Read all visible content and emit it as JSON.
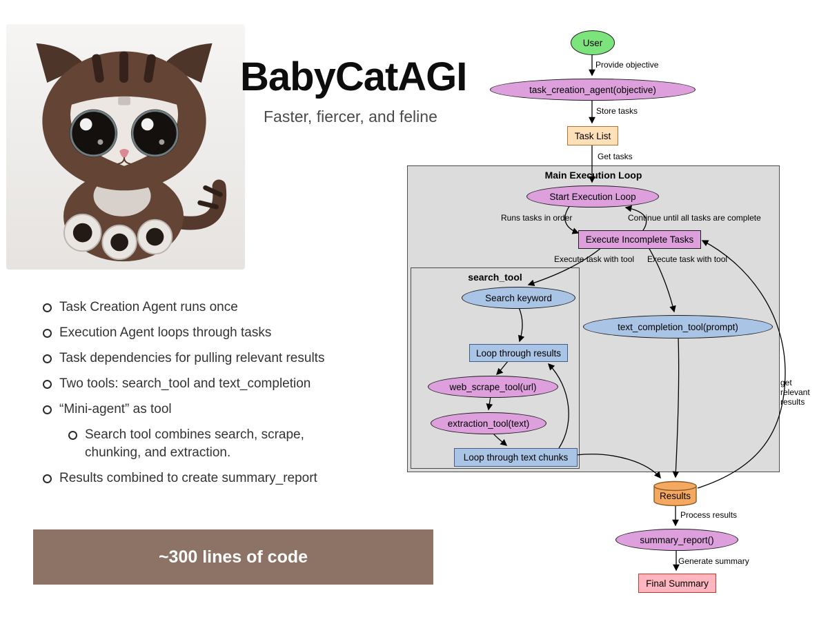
{
  "header": {
    "title": "BabyCatAGI",
    "subtitle": "Faster, fiercer, and feline"
  },
  "bullets": {
    "items": [
      "Task Creation Agent runs once",
      "Execution Agent loops through tasks",
      "Task dependencies for pulling relevant results",
      "Two tools: search_tool and text_completion",
      "“Mini-agent” as tool",
      "Results combined to create summary_report"
    ],
    "sub_item": "Search tool combines search, scrape, chunking, and extraction."
  },
  "footer": {
    "code_note": "~300 lines of code"
  },
  "flowchart": {
    "nodes": {
      "user": "User",
      "task_creation": "task_creation_agent(objective)",
      "task_list": "Task List",
      "main_loop_title": "Main Execution Loop",
      "start_loop": "Start Execution Loop",
      "execute_tasks": "Execute Incomplete Tasks",
      "search_tool_title": "search_tool",
      "search_keyword": "Search keyword",
      "loop_results": "Loop through results",
      "web_scrape": "web_scrape_tool(url)",
      "extraction": "extraction_tool(text)",
      "loop_chunks": "Loop through text chunks",
      "text_completion": "text_completion_tool(prompt)",
      "results": "Results",
      "summary_report": "summary_report()",
      "final_summary": "Final Summary"
    },
    "edge_labels": {
      "provide_objective": "Provide objective",
      "store_tasks": "Store tasks",
      "get_tasks": "Get tasks",
      "runs_tasks": "Runs tasks in order",
      "continue_until": "Continue until all tasks are complete",
      "execute_with_tool_left": "Execute task with tool",
      "execute_with_tool_right": "Execute task with tool",
      "get_relevant_results": "get relevant results",
      "process_results": "Process results",
      "generate_summary": "Generate summary"
    },
    "colors": {
      "user_fill": "#7de37d",
      "agent_fill": "#dda0dd",
      "tool_fill": "#a9c4e4",
      "task_fill": "#ffe0b8",
      "results_fill": "#f5a85f",
      "final_fill": "#ffb6c1",
      "container_fill": "#dcdcdc",
      "banner_fill": "#8d7366"
    }
  }
}
